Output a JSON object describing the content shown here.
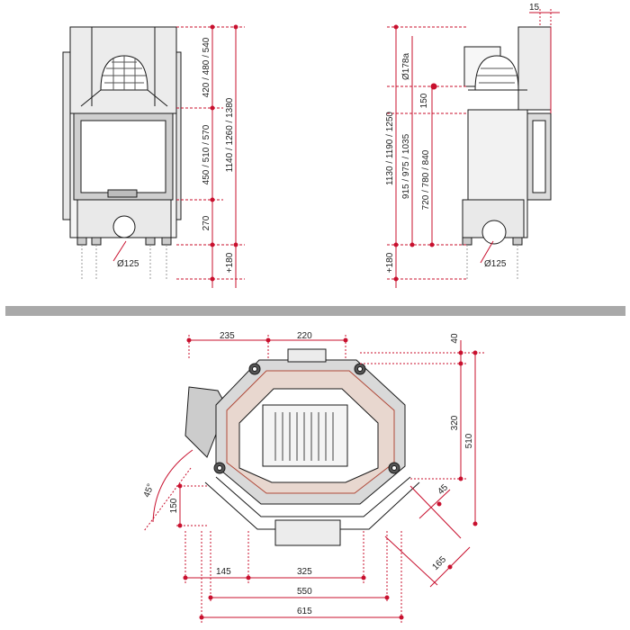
{
  "colors": {
    "dimension_line": "#c8102e",
    "outline": "#1a1a1a",
    "steel_fill": "#d9d9d9",
    "firebrick": "#e8d7cf",
    "hatch": "#b04a3a",
    "separator": "#a9a9a9"
  },
  "front_view": {
    "dims_right": [
      "420 / 480 / 540",
      "450 / 510 / 570",
      "270",
      "+180"
    ],
    "dims_overall": "1140 / 1260 / 1380",
    "outlet_diameter": "Ø125"
  },
  "side_view": {
    "top_offset": "15",
    "collar_diameter": "Ø178a",
    "offset_150": "150",
    "dims_left": [
      "1130 / 1190 / 1250",
      "915 / 975 / 1035",
      "720 / 780 / 840",
      "+180"
    ],
    "outlet_diameter": "Ø125"
  },
  "plan_view": {
    "top_left": "235",
    "top_mid": "220",
    "right_top": "40",
    "right_320": "320",
    "right_510": "510",
    "angle_label": "45°",
    "left_150": "150",
    "diag_45": "45",
    "diag_165": "165",
    "bottom_145": "145",
    "bottom_325": "325",
    "bottom_550": "550",
    "bottom_615": "615"
  }
}
